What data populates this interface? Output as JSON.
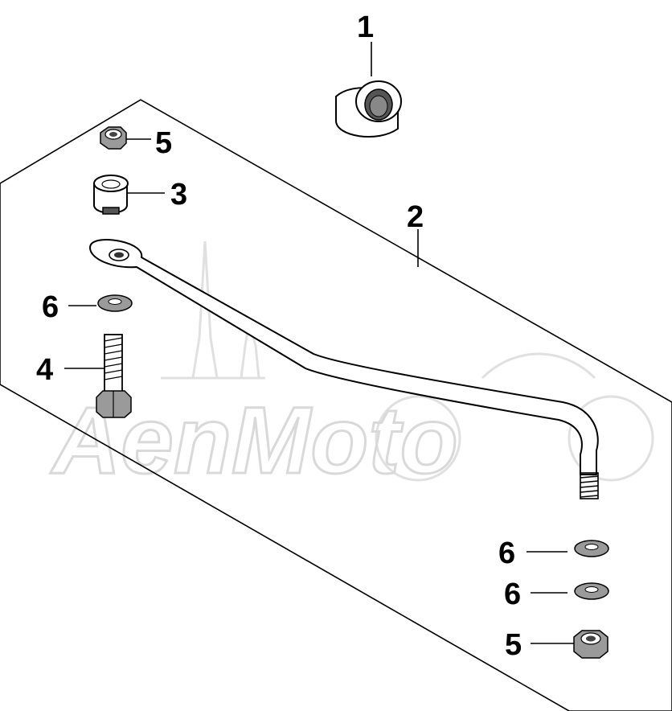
{
  "watermark": {
    "text": "AenMoto"
  },
  "callouts": [
    {
      "id": "c1",
      "label": "1"
    },
    {
      "id": "c2",
      "label": "2"
    },
    {
      "id": "c3",
      "label": "3"
    },
    {
      "id": "c4",
      "label": "4"
    },
    {
      "id": "c5a",
      "label": "5"
    },
    {
      "id": "c5b",
      "label": "5"
    },
    {
      "id": "c6a",
      "label": "6"
    },
    {
      "id": "c6b",
      "label": "6"
    },
    {
      "id": "c6c",
      "label": "6"
    }
  ],
  "colors": {
    "line": "#000000",
    "watermark": "#d9d9d9",
    "background": "#ffffff"
  }
}
